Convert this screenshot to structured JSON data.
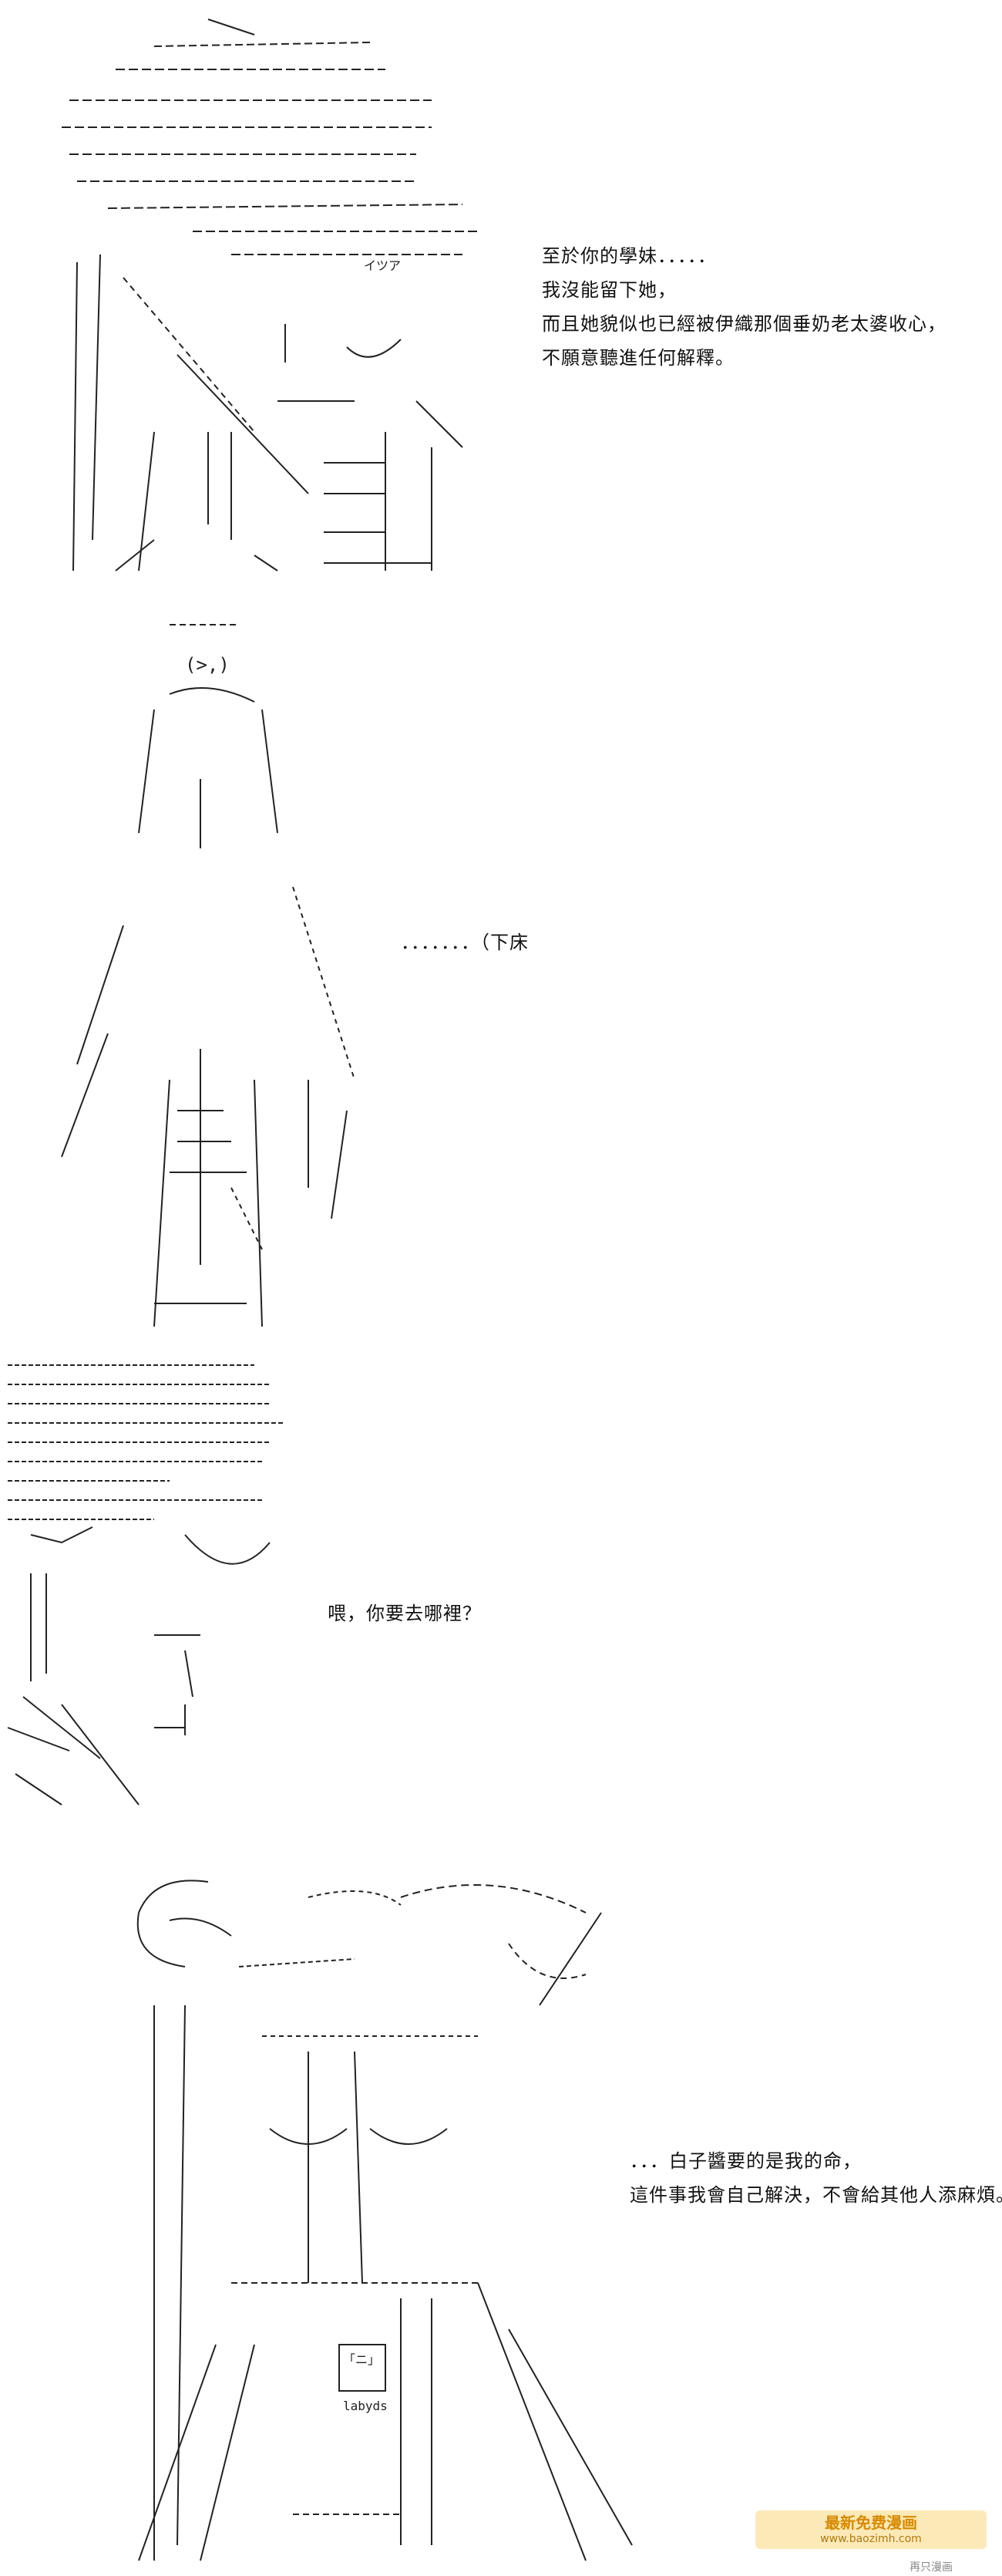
{
  "panels": [
    {
      "lines": [
        "至於你的學妹．．．．．",
        "我沒能留下她，",
        "而且她貌似也已經被伊織那個垂奶老太婆收心，",
        "不願意聽進任何解釋。"
      ]
    },
    {
      "lines": [
        "．．．．．．．（下床"
      ]
    },
    {
      "lines": [
        "喂，你要去哪裡？"
      ]
    },
    {
      "lines": [
        "．．．白子醬要的是我的命，",
        "這件事我會自己解決，不會給其他人添麻煩。"
      ]
    }
  ],
  "art": {
    "p1_small_text": "イツア",
    "p4_badge_top": "「ニ」",
    "p4_badge_bottom": "labyds"
  },
  "watermark": {
    "title": "最新免费漫画",
    "url": "www.baozimh.com"
  },
  "footer_mark": "再只漫画"
}
